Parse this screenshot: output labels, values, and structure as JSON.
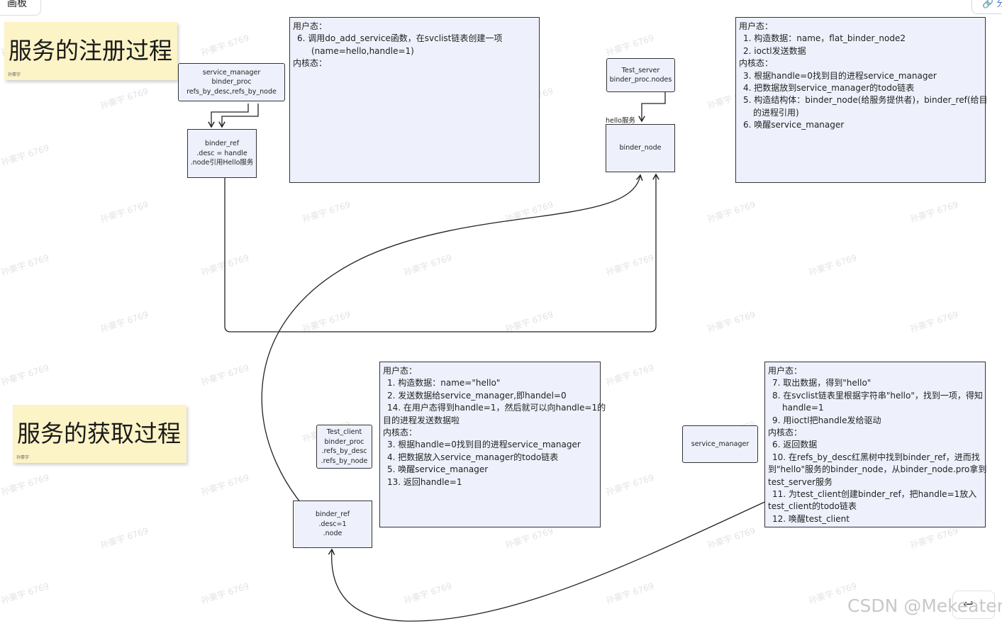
{
  "canvas": {
    "tab_label": "画板",
    "top_right_button": "🔗 分",
    "bottom_right_button": "↩"
  },
  "watermark": "孙豪宇 6769",
  "stickies": {
    "register": {
      "title": "服务的注册过程",
      "author": "孙豪宇"
    },
    "get": {
      "title": "服务的获取过程",
      "author": "孙豪宇"
    }
  },
  "boxes": {
    "sm_top": [
      "service_manager",
      "binder_proc",
      "refs_by_desc,refs_by_node"
    ],
    "binder_ref_top": [
      "binder_ref",
      ".desc = handle",
      ".node引用Hello服务"
    ],
    "test_server": [
      "Test_server",
      "binder_proc.nodes"
    ],
    "binder_node": [
      "binder_node"
    ],
    "test_client": [
      "Test_client",
      "binder_proc",
      ".refs_by_desc",
      ".refs_by_node"
    ],
    "binder_ref_bottom": [
      "binder_ref",
      ".desc=1",
      ".node"
    ],
    "sm_bottom": [
      "service_manager"
    ]
  },
  "labels": {
    "hello_service": "hello服务"
  },
  "notes": {
    "top_middle": [
      {
        "t": "用户态：",
        "i": 0
      },
      {
        "t": "6. 调用do_add_service函数，在svclist链表创建一项",
        "i": 1
      },
      {
        "t": "(name=hello,handle=1)",
        "i": 2
      },
      {
        "t": "内核态：",
        "i": 0
      }
    ],
    "top_right": [
      {
        "t": "用户态：",
        "i": 0
      },
      {
        "t": "1. 构造数据：name，flat_binder_node2",
        "i": 1
      },
      {
        "t": "2. ioctl发送数据",
        "i": 1
      },
      {
        "t": "内核态：",
        "i": 0
      },
      {
        "t": "3. 根据handle=0找到目的进程service_manager",
        "i": 1
      },
      {
        "t": "4. 把数据放到service_manager的todo链表",
        "i": 1
      },
      {
        "t": "5. 构造结构体：binder_node(给服务提供者)，binder_ref(给目",
        "i": 1
      },
      {
        "t": "的进程引用)",
        "i": 3
      },
      {
        "t": "6. 唤醒service_manager",
        "i": 1
      }
    ],
    "bottom_middle": [
      {
        "t": "用户态：",
        "i": 0
      },
      {
        "t": "1. 构造数据：name=\"hello\"",
        "i": 1
      },
      {
        "t": "2. 发送数据给service_manager,即handel=0",
        "i": 1
      },
      {
        "t": "14. 在用户态得到handle=1，然后就可以向handle=1的",
        "i": 1
      },
      {
        "t": "目的进程发送数据啦",
        "i": 0
      },
      {
        "t": "内核态：",
        "i": 0
      },
      {
        "t": "3. 根据handle=0找到目的进程service_manager",
        "i": 1
      },
      {
        "t": "4. 把数据放入service_manager的todo链表",
        "i": 1
      },
      {
        "t": "5. 唤醒service_manager",
        "i": 1
      },
      {
        "t": "13. 返回handle=1",
        "i": 1
      }
    ],
    "bottom_right": [
      {
        "t": "用户态：",
        "i": 0
      },
      {
        "t": "7. 取出数据，得到\"hello\"",
        "i": 1
      },
      {
        "t": "8. 在svclist链表里根据字符串\"hello\"，找到一项，得知",
        "i": 1
      },
      {
        "t": "handle=1",
        "i": 3
      },
      {
        "t": "9. 用ioctl把handle发给驱动",
        "i": 1
      },
      {
        "t": "内核态：",
        "i": 0
      },
      {
        "t": "6. 返回数据",
        "i": 1
      },
      {
        "t": "10. 在refs_by_desc红黑树中找到binder_ref，进而找",
        "i": 1
      },
      {
        "t": "到\"hello\"服务的binder_node，从binder_node.pro拿到",
        "i": 0
      },
      {
        "t": "test_server服务",
        "i": 0
      },
      {
        "t": "11. 为test_client创建binder_ref，把handle=1放入",
        "i": 1
      },
      {
        "t": "test_client的todo链表",
        "i": 0
      },
      {
        "t": "12. 唤醒test_client",
        "i": 1
      }
    ]
  },
  "footer": {
    "csdn": "CSDN @Mekeater"
  }
}
